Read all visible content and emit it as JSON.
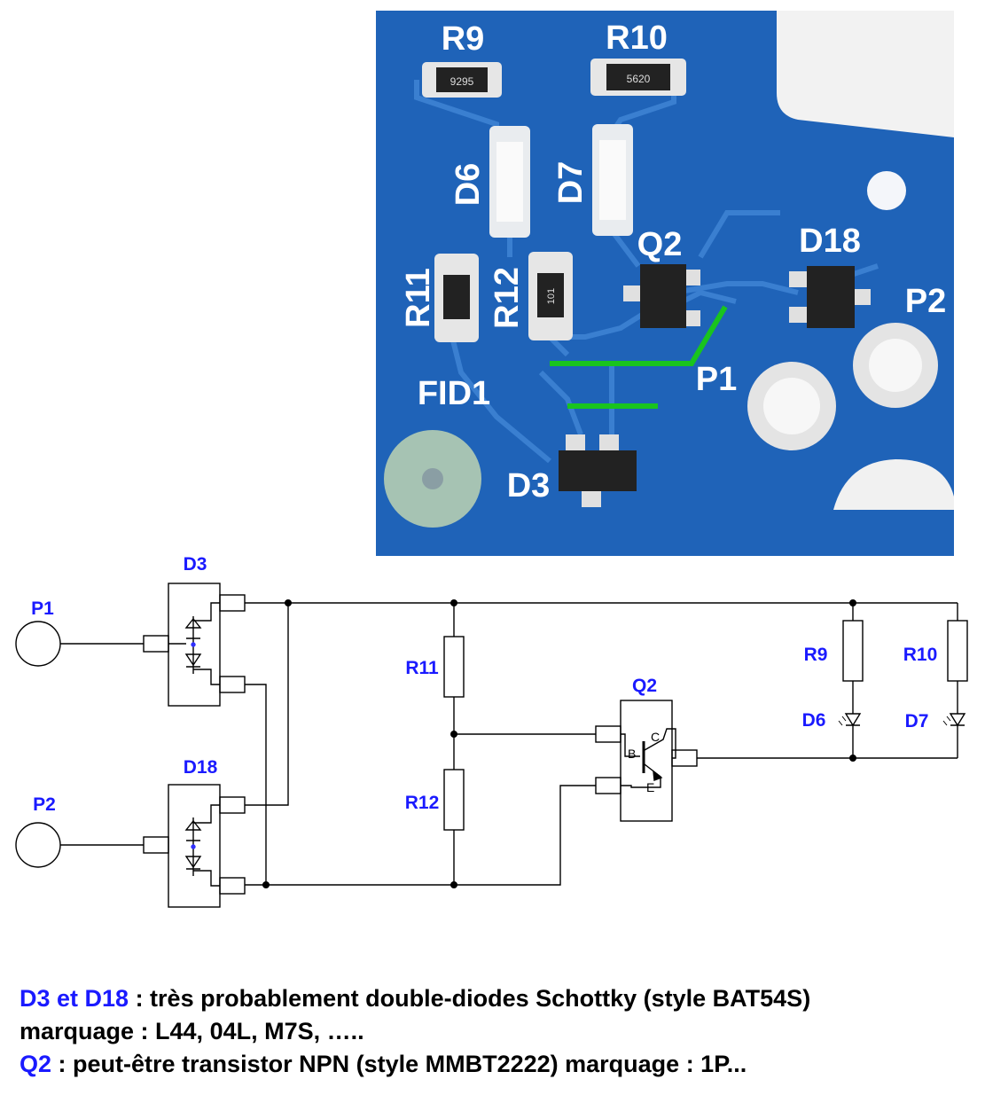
{
  "pcb_photo": {
    "silkscreen": {
      "r9": "R9",
      "r10": "R10",
      "d6": "D6",
      "d7": "D7",
      "q2": "Q2",
      "d18": "D18",
      "r11": "R11",
      "r12": "R12",
      "p2": "P2",
      "p1": "P1",
      "fid1": "FID1",
      "d3": "D3"
    },
    "markings": {
      "r9": "9295",
      "r10": "5620",
      "r11": "",
      "r12": "101"
    },
    "colors": {
      "board": "#1f63b8",
      "trace": "#3a7fd0",
      "overlay_line": "#19c41e",
      "silk": "#ffffff"
    }
  },
  "schematic": {
    "labels": {
      "p1": "P1",
      "p2": "P2",
      "d3": "D3",
      "d18": "D18",
      "r11": "R11",
      "r12": "R12",
      "q2": "Q2",
      "r9": "R9",
      "r10": "R10",
      "d6": "D6",
      "d7": "D7"
    },
    "pins": {
      "b": "B",
      "c": "C",
      "e": "E"
    },
    "colors": {
      "label": "#1a1aff",
      "wire": "#000000"
    }
  },
  "notes": {
    "line1_ref": "D3 et D18",
    "line1_text": " :  très probablement double-diodes Schottky (style BAT54S)",
    "line2_text": "marquage : L44, 04L, M7S, …..",
    "line3_ref": "Q2",
    "line3_text": " : peut-être transistor NPN (style MMBT2222) marquage : 1P..."
  }
}
